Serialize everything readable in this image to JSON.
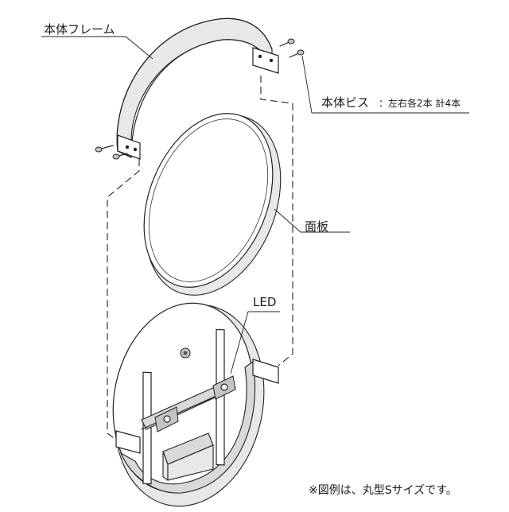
{
  "labels": {
    "frame": "本体フレーム",
    "screws": "本体ビス",
    "screws_detail": "：左右各2本 計4本",
    "face_panel": "面板",
    "led": "LED",
    "note": "※図例は、丸型Sサイズです。"
  }
}
